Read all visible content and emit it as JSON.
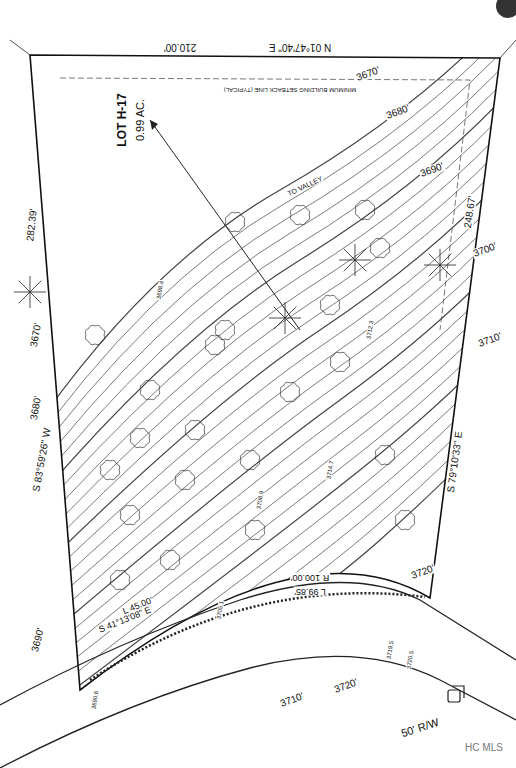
{
  "diagram": {
    "labels": [
      "N 01°47'40\" E",
      "210.00'",
      "LOT H-17",
      "0.99 AC.",
      "282.39'",
      "S 83°59'26\" W",
      "3670'",
      "3680'",
      "3690'",
      "3670'",
      "3680'",
      "3690'",
      "248.67'",
      "3700'",
      "3710'",
      "S 79°10'33\" E",
      "3720'",
      "3710'",
      "3720'",
      "50' R/W",
      "HC MLS",
      "R 100.00'",
      "L 99.85'",
      "L 45.00'",
      "S 41°13'08\" E",
      "MINIMUM BUILDING SETBACK LINE (TYPICAL)",
      "TO VALLEY",
      "3712.3",
      "3714.7",
      "3705.1",
      "3719.5",
      "3698.4",
      "3690.6",
      "3720.5",
      "3708.9"
    ]
  }
}
